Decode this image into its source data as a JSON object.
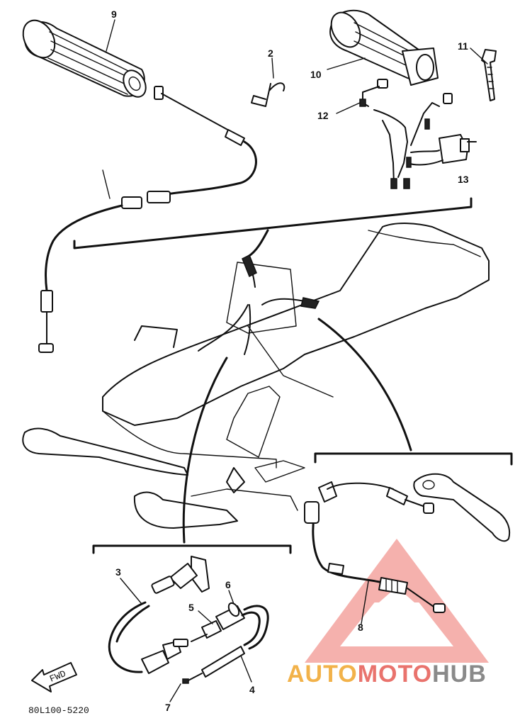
{
  "diagram": {
    "part_numbers": [
      "9",
      "2",
      "10",
      "11",
      "12",
      "13",
      "3",
      "6",
      "5",
      "8",
      "4",
      "7"
    ],
    "fwd_label": "FWD",
    "drawing_code": "80L100-5220"
  },
  "watermark": {
    "text_auto": "AUTO",
    "text_moto": "MOTO",
    "text_hub": "HUB",
    "colors": {
      "auto": "#f2b24a",
      "moto": "#e9736d",
      "hub": "#8a8a8a",
      "logo": "#e9544c"
    }
  }
}
